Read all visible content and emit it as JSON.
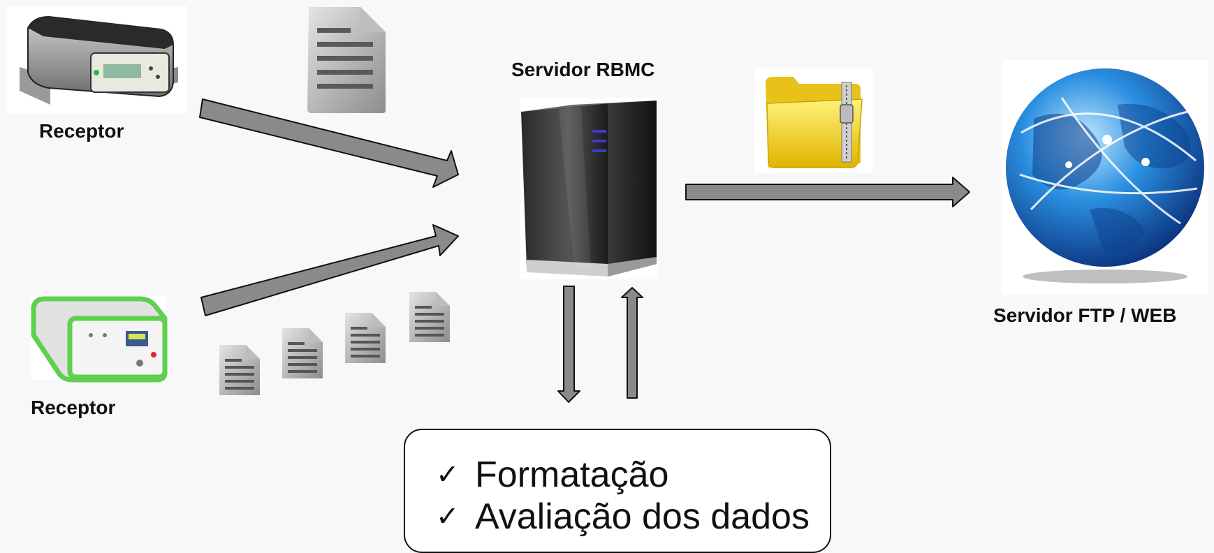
{
  "labels": {
    "receiver_top": "Receptor",
    "receiver_bottom": "Receptor",
    "rbmc_server": "Servidor  RBMC",
    "ftp_web_server": "Servidor  FTP / WEB"
  },
  "process_box": {
    "items": [
      {
        "mark": "✓",
        "text": "Formatação"
      },
      {
        "mark": "✓",
        "text": "Avaliação dos dados"
      }
    ]
  },
  "colors": {
    "arrow_fill": "#8a8a8a",
    "arrow_stroke": "#111111",
    "background": "#f8f8fa",
    "receiver_bottom_accent": "#5fcf4f",
    "folder": "#f3d628",
    "globe": "#1e6fc8"
  },
  "icons": [
    "gnss-receiver-trimble-icon",
    "gnss-receiver-leica-icon",
    "document-icon",
    "server-tower-icon",
    "zip-folder-icon",
    "globe-network-icon"
  ]
}
